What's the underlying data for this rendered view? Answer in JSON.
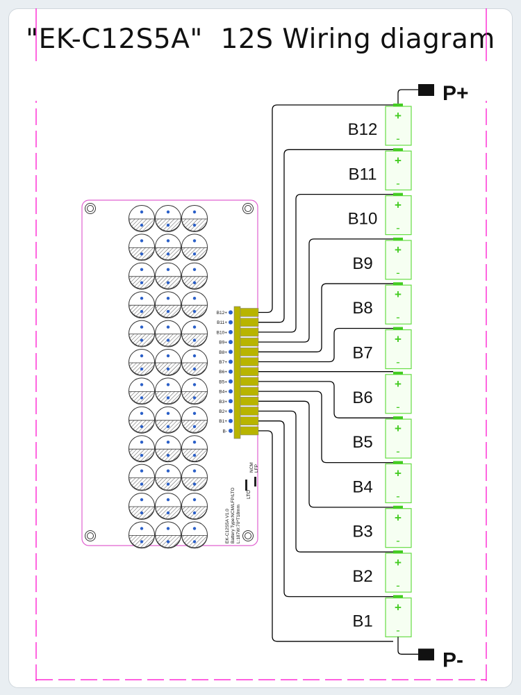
{
  "title": "\"EK-C12S5A\"  12S Wiring diagram",
  "terminals": {
    "positive": "P+",
    "negative": "P-"
  },
  "batteries": [
    "B12",
    "B11",
    "B10",
    "B9",
    "B8",
    "B7",
    "B6",
    "B5",
    "B4",
    "B3",
    "B2",
    "B1"
  ],
  "board": {
    "pins": [
      "B12+",
      "B11+",
      "B10+",
      "B9+",
      "B8+",
      "B7+",
      "B6+",
      "B5+",
      "B4+",
      "B3+",
      "B2+",
      "B1+",
      "B-"
    ],
    "text_lines": [
      "EK-C12S5A V1.0",
      "Battery Type:NCM/LFP/LTO",
      "L:187W:70*T18mm"
    ],
    "lto_label": "LTO",
    "ncm_label": "NCM",
    "lfp_label": "LFP"
  },
  "colors": {
    "frame": "#ff00cc",
    "board_outline": "#e060d0",
    "battery_outline": "#66dd44",
    "battery_fill": "#f6fff2",
    "terminal_green": "#44cc22",
    "connector": "#b8b400",
    "wire": "#000000",
    "pin_dot": "#2a5fc8"
  }
}
